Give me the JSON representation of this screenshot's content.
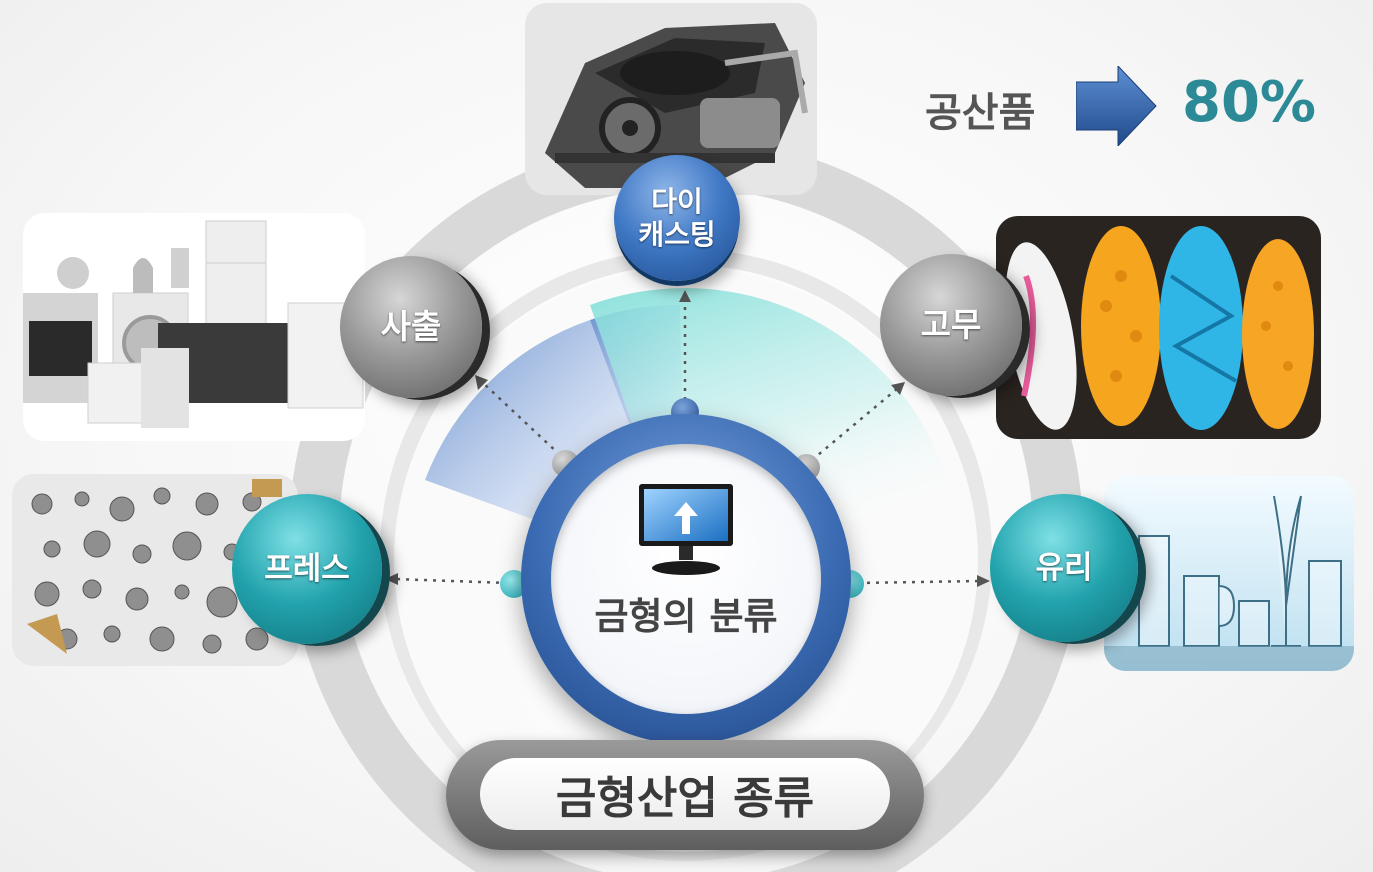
{
  "center": {
    "title": "금형의 분류",
    "icon": "monitor-upload-icon"
  },
  "bottom_label": "금형산업 종류",
  "top_right": {
    "label": "공산품",
    "value": "80%",
    "arrow_icon": "right-arrow-icon"
  },
  "nodes": {
    "die_casting": {
      "line1": "다이",
      "line2": "캐스팅"
    },
    "injection": {
      "label": "사출"
    },
    "rubber": {
      "label": "고무"
    },
    "press": {
      "label": "프레스"
    },
    "glass": {
      "label": "유리"
    }
  },
  "colors": {
    "teal": "#1fa3ad",
    "blue": "#2f63ad",
    "gray": "#8a8a8a",
    "percent_text": "#2b8a96"
  }
}
